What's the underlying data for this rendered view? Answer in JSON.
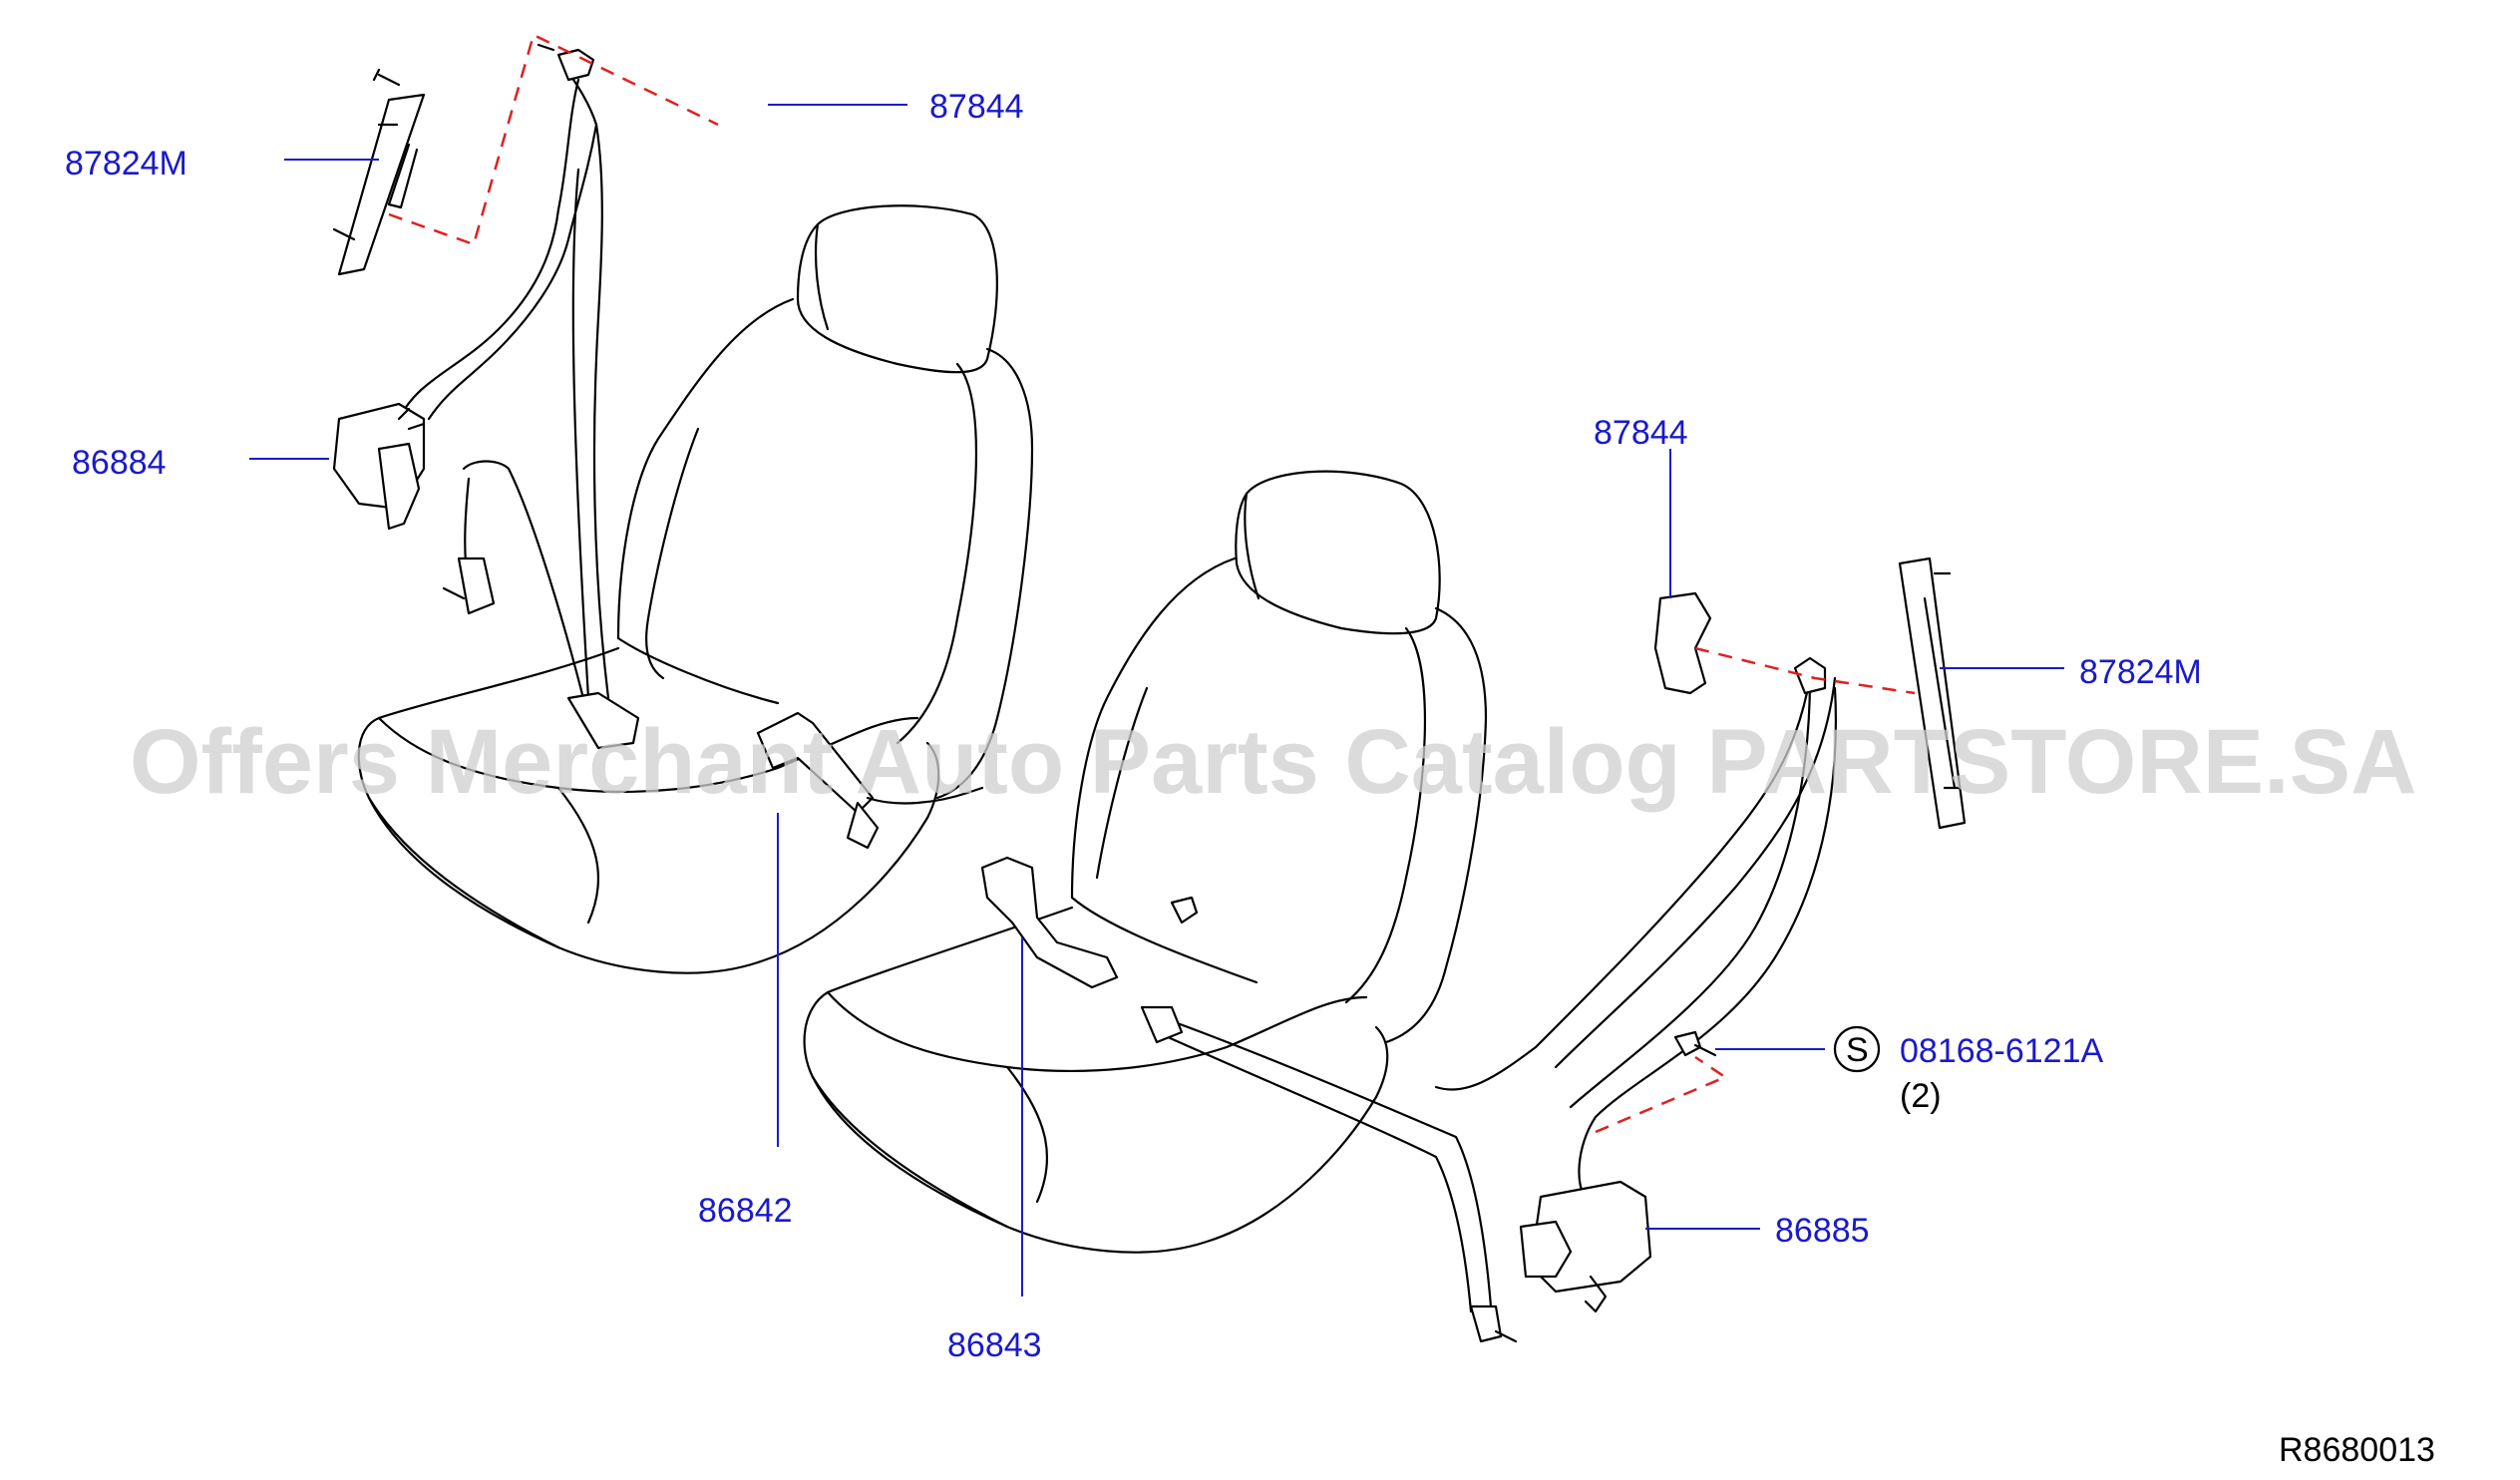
{
  "diagram": {
    "parts": {
      "p87824m_left": "87824M",
      "p87844_top": "87844",
      "p86884": "86884",
      "p87844_right": "87844",
      "p87824m_right": "87824M",
      "p08168": "08168-6121A",
      "p08168_qty": "(2)",
      "p08168_symbol": "S",
      "p86885": "86885",
      "p86842": "86842",
      "p86843": "86843"
    },
    "reference_code": "R8680013",
    "watermark": "Offers Merchant Auto Parts Catalog PARTSTORE.SA",
    "colors": {
      "label": "#1a1acc",
      "leader": "#1a1acc",
      "dashed_link": "#e02020",
      "linework": "#000000",
      "watermark": "#cfcfcf"
    }
  }
}
